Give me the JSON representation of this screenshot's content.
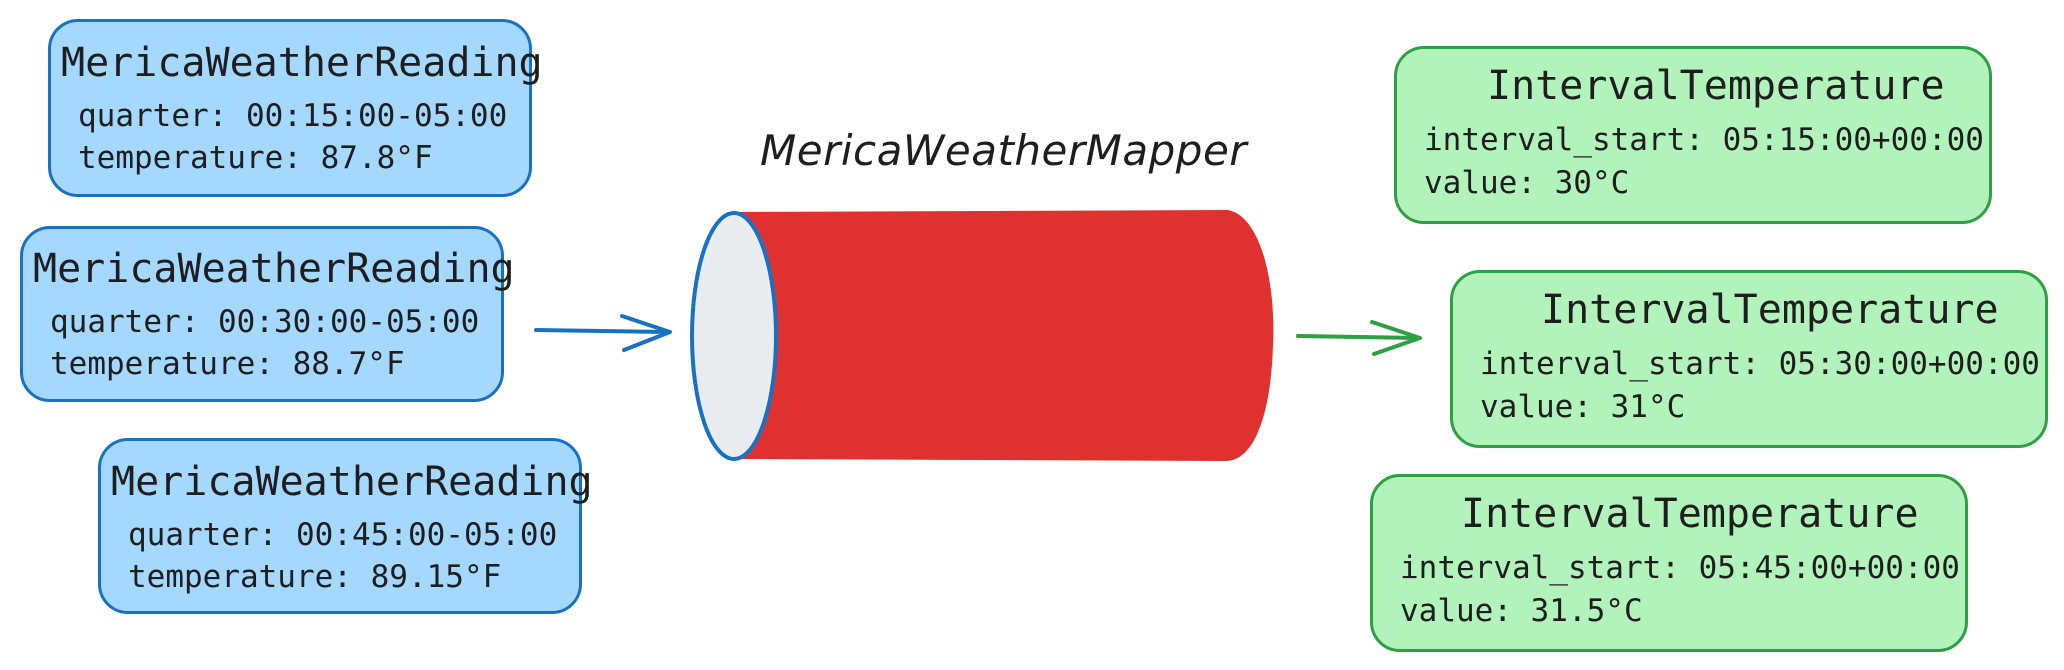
{
  "mapper": {
    "label": "MericaWeatherMapper",
    "body_color": "#e03131",
    "cap_color": "#e9ecef",
    "outline_color": "#1971c2"
  },
  "inputs": [
    {
      "title": "MericaWeatherReading",
      "quarter_label": "quarter: 00:15:00-05:00",
      "temperature_label": "temperature: 87.8°F"
    },
    {
      "title": "MericaWeatherReading",
      "quarter_label": "quarter: 00:30:00-05:00",
      "temperature_label": "temperature: 88.7°F"
    },
    {
      "title": "MericaWeatherReading",
      "quarter_label": "quarter: 00:45:00-05:00",
      "temperature_label": "temperature: 89.15°F"
    }
  ],
  "outputs": [
    {
      "title": "IntervalTemperature",
      "interval_label": "interval_start: 05:15:00+00:00",
      "value_label": "value: 30°C"
    },
    {
      "title": "IntervalTemperature",
      "interval_label": "interval_start: 05:30:00+00:00",
      "value_label": "value: 31°C"
    },
    {
      "title": "IntervalTemperature",
      "interval_label": "interval_start: 05:45:00+00:00",
      "value_label": "value: 31.5°C"
    }
  ],
  "colors": {
    "input_fill": "#a5d8ff",
    "input_stroke": "#1971c2",
    "output_fill": "#b2f2bb",
    "output_stroke": "#2f9e44"
  }
}
